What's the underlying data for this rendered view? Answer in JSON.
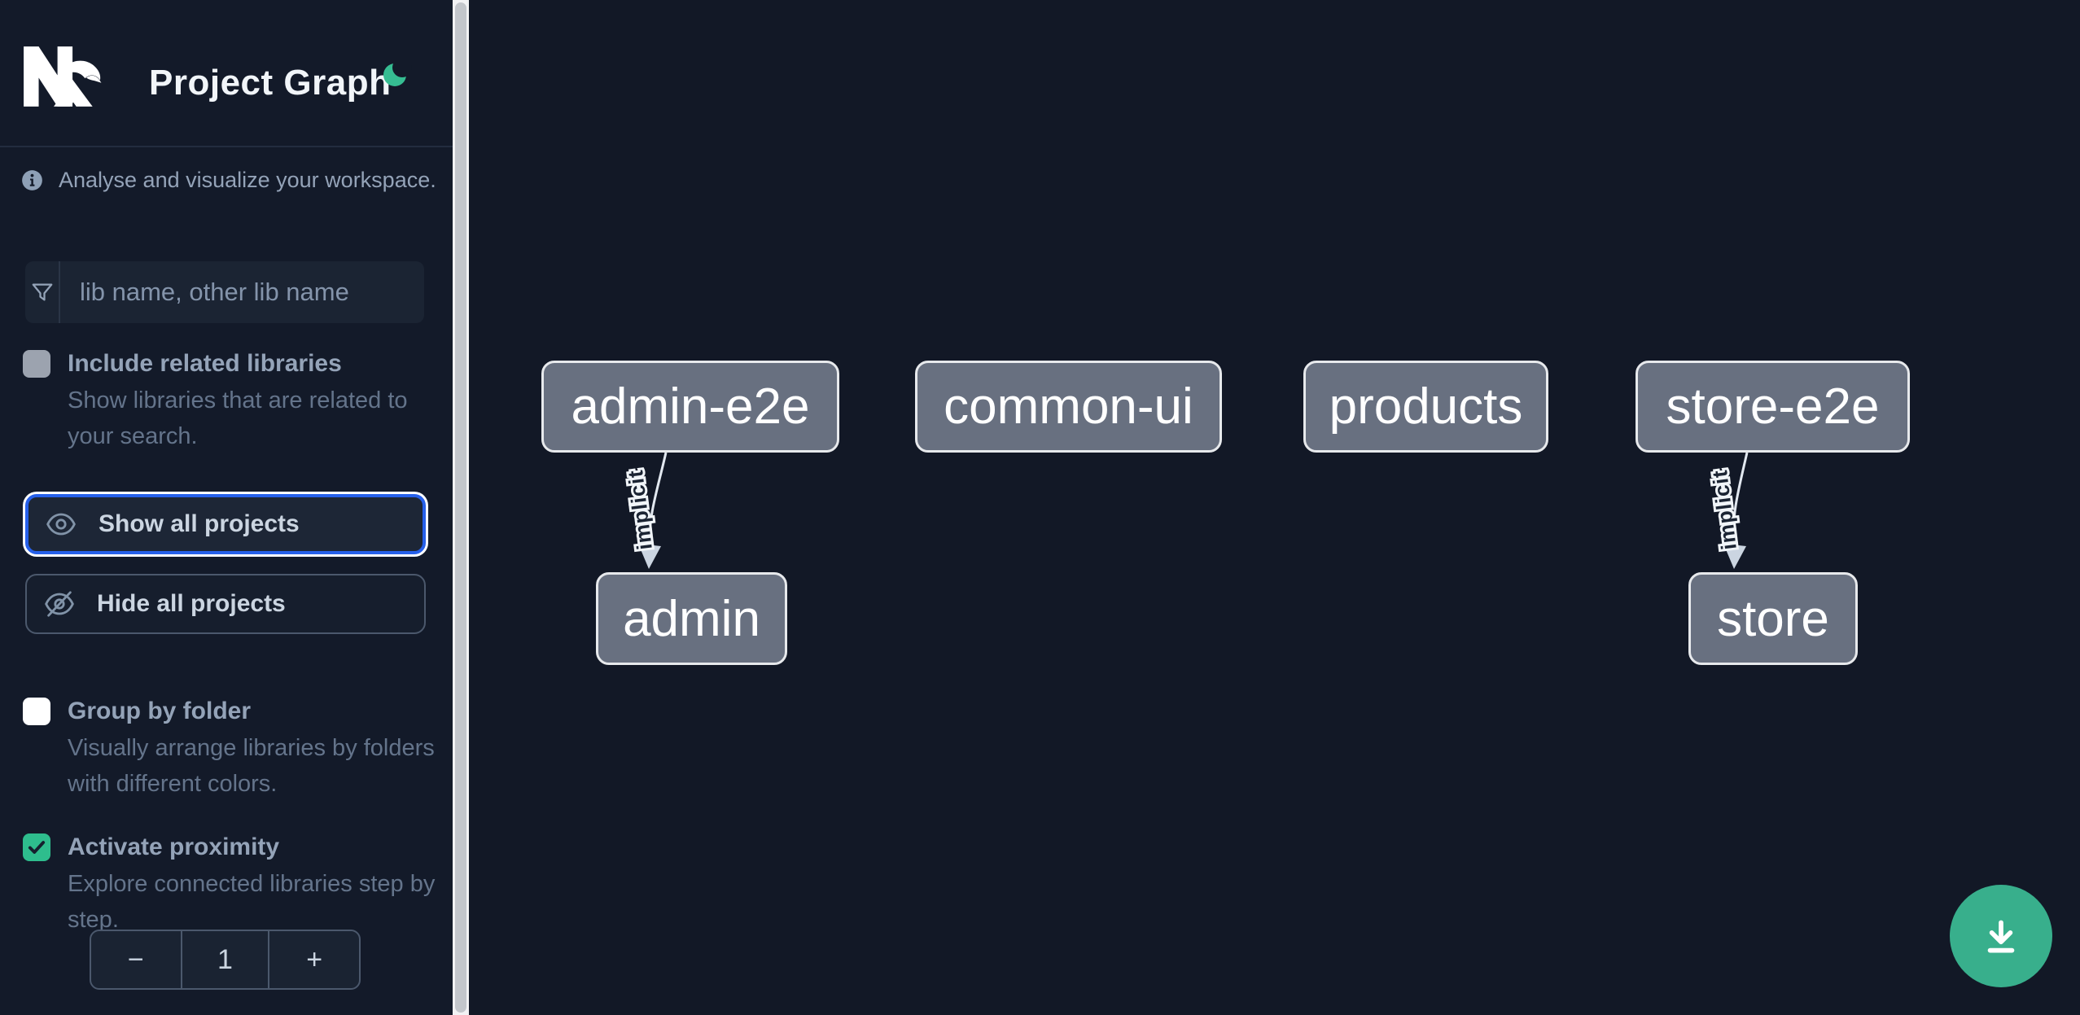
{
  "header": {
    "title": "Project Graph",
    "logo": "nx-logo",
    "theme_toggle_icon": "moon-icon"
  },
  "info": {
    "icon": "info-icon",
    "text": "Analyse and visualize your workspace."
  },
  "search": {
    "icon": "filter-funnel-icon",
    "placeholder": "lib name, other lib name",
    "value": ""
  },
  "filters": {
    "include_related": {
      "label": "Include related libraries",
      "description": "Show libraries that are related to your search.",
      "checked": false,
      "enabled": false
    },
    "group_by_folder": {
      "label": "Group by folder",
      "description": "Visually arrange libraries by folders with different colors.",
      "checked": false
    },
    "activate_proximity": {
      "label": "Activate proximity",
      "description": "Explore connected libraries step by step.",
      "checked": true
    }
  },
  "buttons": {
    "show_all": "Show all projects",
    "hide_all": "Hide all projects"
  },
  "stepper": {
    "decrement": "−",
    "value": "1",
    "increment": "+"
  },
  "graph": {
    "nodes": [
      {
        "id": "admin-e2e",
        "label": "admin-e2e"
      },
      {
        "id": "common-ui",
        "label": "common-ui"
      },
      {
        "id": "products",
        "label": "products"
      },
      {
        "id": "store-e2e",
        "label": "store-e2e"
      },
      {
        "id": "admin",
        "label": "admin"
      },
      {
        "id": "store",
        "label": "store"
      }
    ],
    "edges": [
      {
        "from": "admin-e2e",
        "to": "admin",
        "label": "implicit",
        "type": "implicit"
      },
      {
        "from": "store-e2e",
        "to": "store",
        "label": "implicit",
        "type": "implicit"
      }
    ]
  },
  "fab": {
    "icon": "download-icon"
  },
  "colors": {
    "sidebar_bg": "#131a29",
    "graph_bg": "#121826",
    "accent_green": "#36bd92",
    "fab_green": "#38af8c",
    "focus_blue": "#2660ea",
    "node_fill": "#687080",
    "node_border": "#e7e9ec",
    "label_text": "#94a3b8",
    "description_text": "#64748b"
  }
}
